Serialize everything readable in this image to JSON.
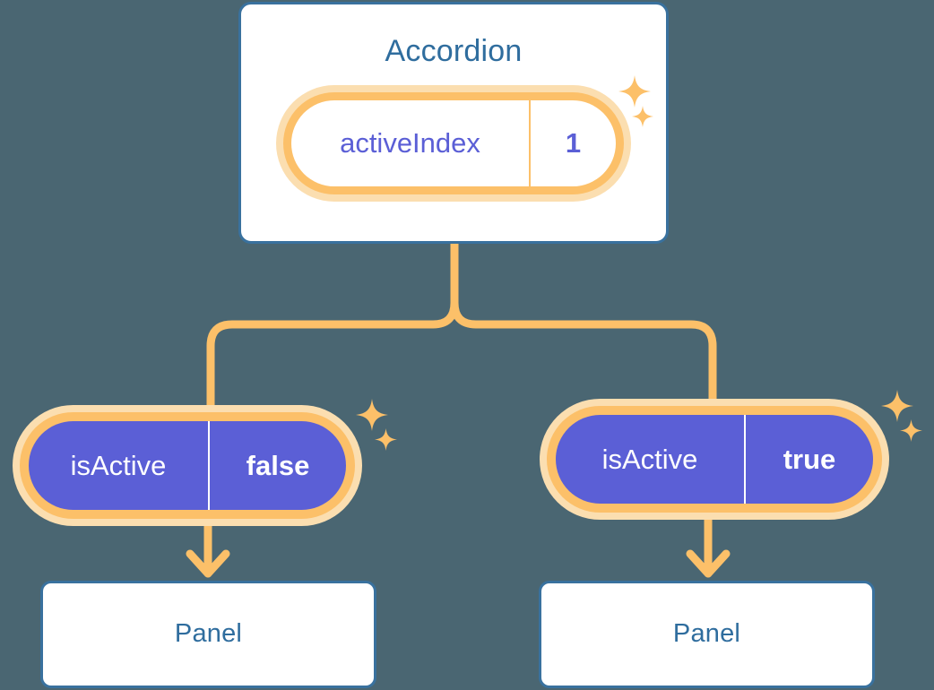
{
  "theme": {
    "background": "#4a6672",
    "card_bg": "#ffffff",
    "card_border": "#39719e",
    "title_text": "#2f6d9e",
    "accent_orange": "#fcc069",
    "accent_orange_glow": "#fbdeb0",
    "prop_purple": "#5b5fd6",
    "prop_text_on_purple": "#ffffff"
  },
  "diagram": {
    "root": {
      "title": "Accordion",
      "prop": {
        "key": "activeIndex",
        "value": "1"
      }
    },
    "children": [
      {
        "prop": {
          "key": "isActive",
          "value": "false"
        },
        "title": "Panel"
      },
      {
        "prop": {
          "key": "isActive",
          "value": "true"
        },
        "title": "Panel"
      }
    ]
  },
  "icons": {
    "sparkle": "sparkle-icon",
    "arrow_down": "arrow-down-icon"
  }
}
